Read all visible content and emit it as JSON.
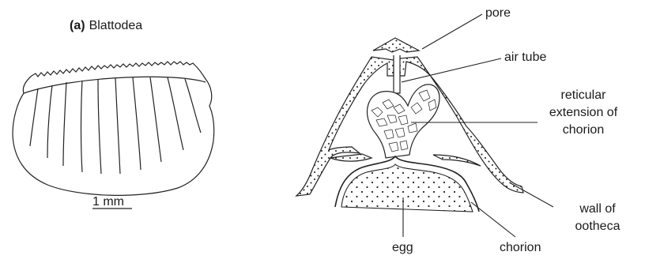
{
  "panel": {
    "letter": "(a)",
    "taxon": "Blattodea"
  },
  "scale_bar": {
    "label": "1 mm"
  },
  "labels": {
    "pore": "pore",
    "air_tube": "air tube",
    "reticular": [
      "reticular",
      "extension of",
      "chorion"
    ],
    "wall": [
      "wall of",
      "ootheca"
    ],
    "egg": "egg",
    "chorion": "chorion"
  }
}
